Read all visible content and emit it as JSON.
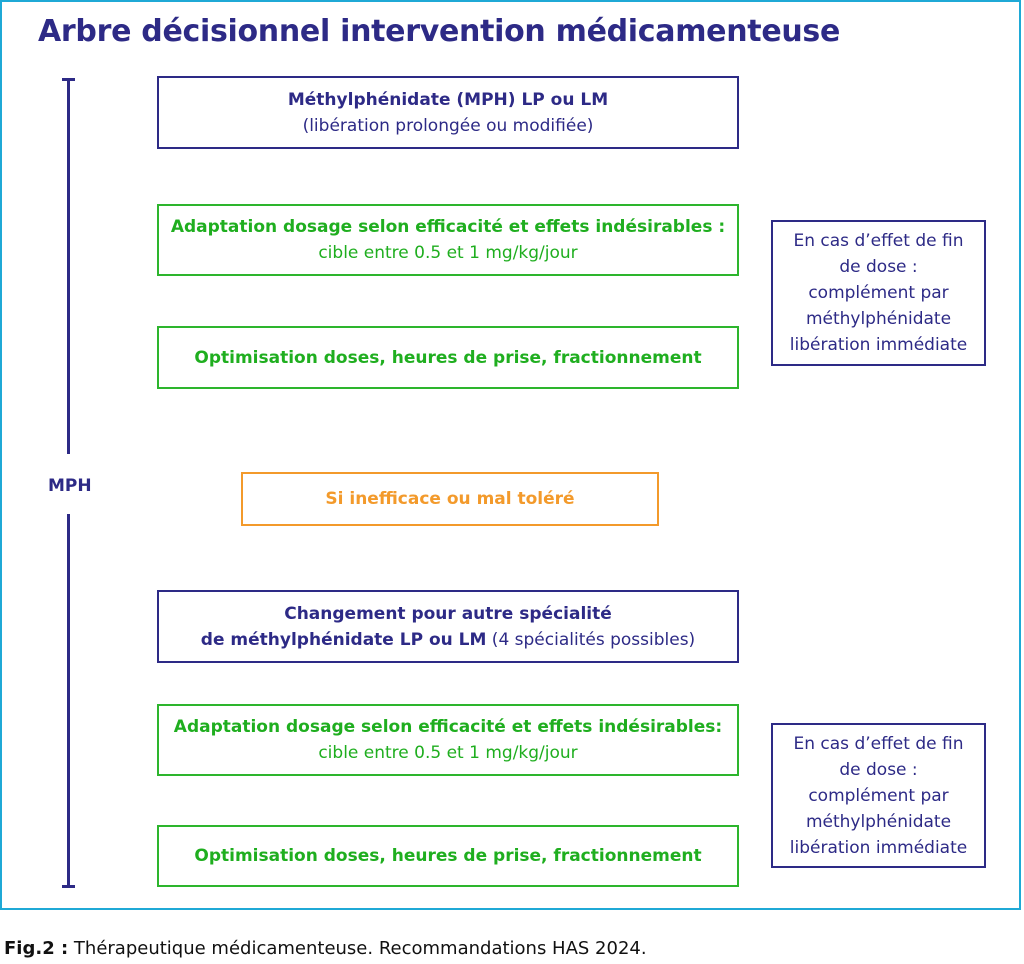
{
  "title": "Arbre décisionnel intervention médicamenteuse",
  "axis_label": "MPH",
  "boxes": {
    "b1": {
      "line1": "Méthylphénidate (MPH) LP ou LM",
      "line2": "(libération prolongée ou modifiée)"
    },
    "b2": {
      "line1": "Adaptation dosage selon efficacité et effets indésirables :",
      "line2": "cible entre 0.5 et 1 mg/kg/jour"
    },
    "b3": {
      "line1": "Optimisation doses, heures de prise, fractionnement"
    },
    "b4": {
      "line1": "Si inefficace ou mal toléré"
    },
    "b5": {
      "line1": "Changement pour autre spécialité",
      "line2_bold": "de méthylphénidate LP ou LM",
      "line2_normal": " (4 spécialités possibles)"
    },
    "b6": {
      "line1": "Adaptation dosage selon efficacité et effets indésirables:",
      "line2": "cible entre 0.5 et 1 mg/kg/jour"
    },
    "b7": {
      "line1": "Optimisation doses, heures de prise, fractionnement"
    }
  },
  "side_note": {
    "lines": [
      "En cas d’effet de fin",
      "de dose :",
      "complément par",
      "méthylphénidate",
      "libération immédiate"
    ]
  },
  "caption": {
    "fig": "Fig.2 :",
    "text": " Thérapeutique médicamenteuse. Recommandations HAS 2024."
  },
  "colors": {
    "navy": "#2d2a86",
    "green": "#2db52d",
    "orange": "#f39a2b",
    "frame": "#1fa9d6"
  }
}
